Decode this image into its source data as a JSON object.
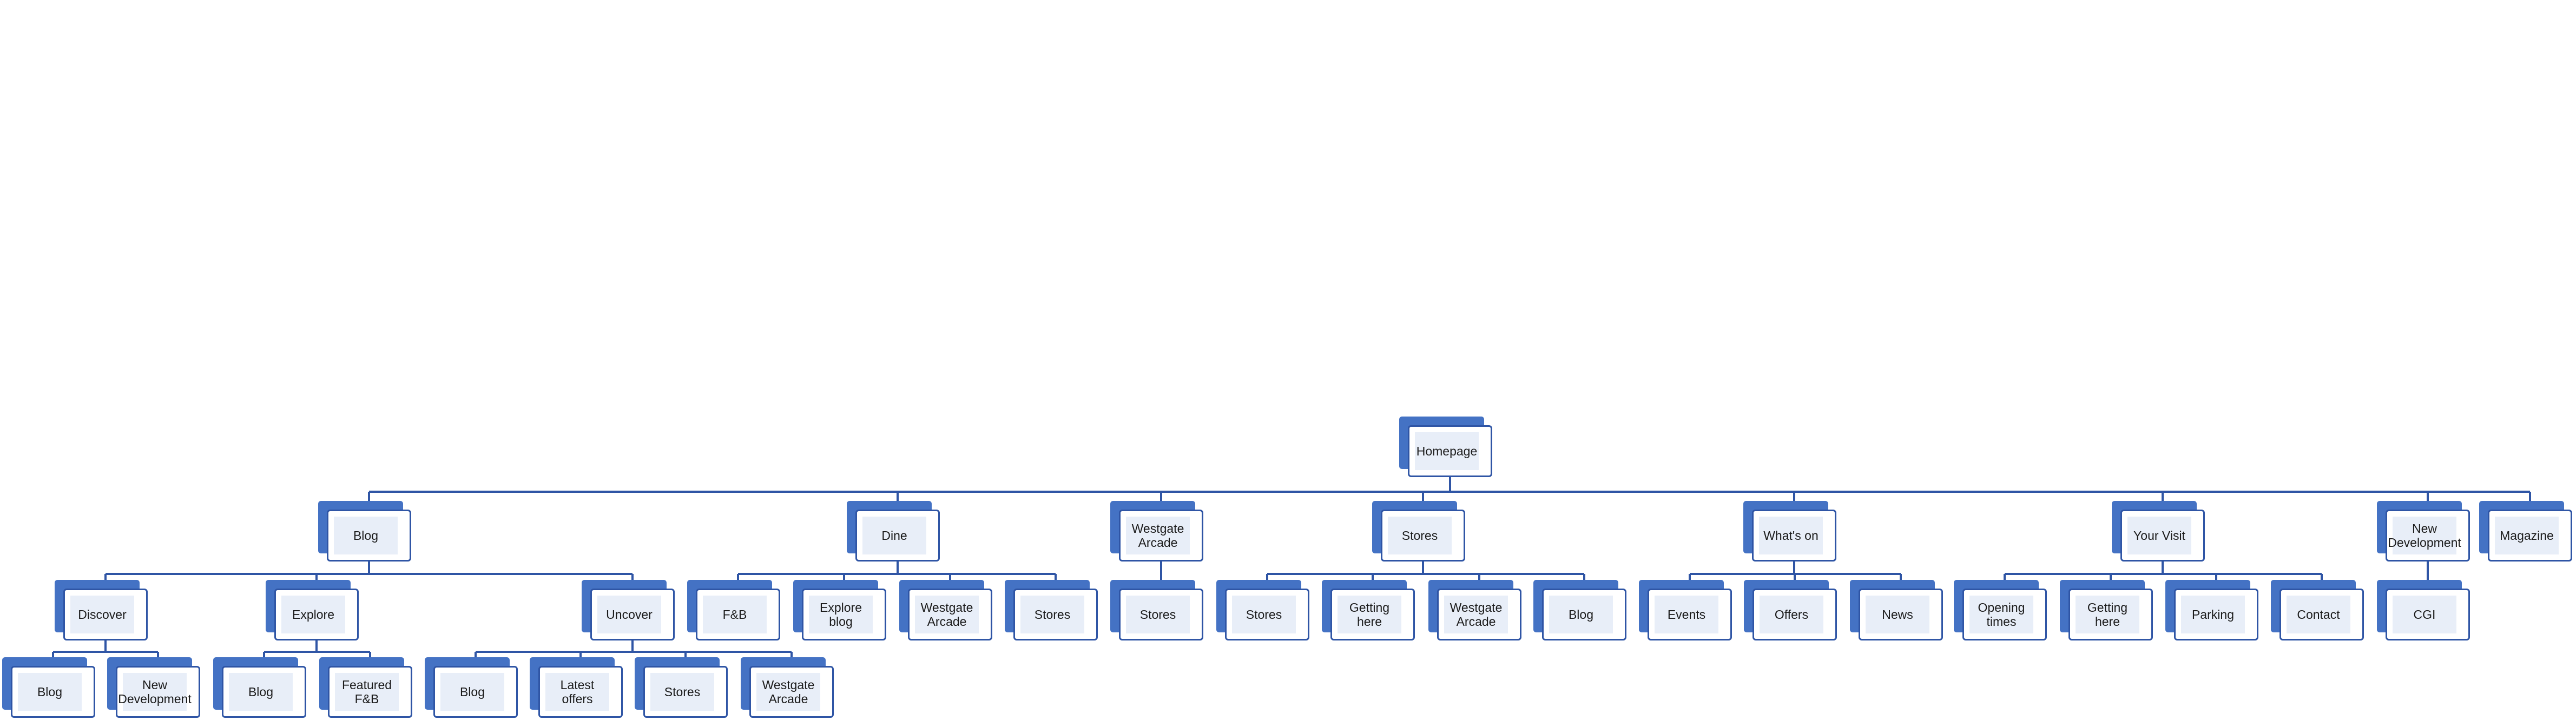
{
  "sitemap": {
    "id": "n0",
    "label": "Homepage",
    "children": [
      {
        "id": "n1",
        "label": "Blog",
        "children": [
          {
            "id": "n1a",
            "label": "Discover",
            "children": [
              {
                "id": "n1a1",
                "label": "Blog"
              },
              {
                "id": "n1a2",
                "label": "New Development"
              }
            ]
          },
          {
            "id": "n1b",
            "label": "Explore",
            "children": [
              {
                "id": "n1b1",
                "label": "Blog"
              },
              {
                "id": "n1b2",
                "label": "Featured F&B"
              }
            ]
          },
          {
            "id": "n1c",
            "label": "Uncover",
            "children": [
              {
                "id": "n1c1",
                "label": "Blog"
              },
              {
                "id": "n1c2",
                "label": "Latest offers"
              },
              {
                "id": "n1c3",
                "label": "Stores"
              },
              {
                "id": "n1c4",
                "label": "Westgate Arcade"
              }
            ]
          }
        ]
      },
      {
        "id": "n2",
        "label": "Dine",
        "children": [
          {
            "id": "n2a",
            "label": "F&B"
          },
          {
            "id": "n2b",
            "label": "Explore blog"
          },
          {
            "id": "n2c",
            "label": "Westgate Arcade"
          },
          {
            "id": "n2d",
            "label": "Stores"
          }
        ]
      },
      {
        "id": "n3",
        "label": "Westgate Arcade",
        "children": [
          {
            "id": "n3a",
            "label": "Stores"
          }
        ]
      },
      {
        "id": "n4",
        "label": "Stores",
        "children": [
          {
            "id": "n4a",
            "label": "Stores"
          },
          {
            "id": "n4b",
            "label": "Getting here"
          },
          {
            "id": "n4c",
            "label": "Westgate Arcade"
          },
          {
            "id": "n4d",
            "label": "Blog"
          }
        ]
      },
      {
        "id": "n5",
        "label": "What's on",
        "children": [
          {
            "id": "n5a",
            "label": "Events"
          },
          {
            "id": "n5b",
            "label": "Offers"
          },
          {
            "id": "n5c",
            "label": "News"
          }
        ]
      },
      {
        "id": "n6",
        "label": "Your Visit",
        "children": [
          {
            "id": "n6a",
            "label": "Opening times"
          },
          {
            "id": "n6b",
            "label": "Getting here"
          },
          {
            "id": "n6c",
            "label": "Parking"
          },
          {
            "id": "n6d",
            "label": "Contact"
          }
        ]
      },
      {
        "id": "n7",
        "label": "New Development",
        "children": [
          {
            "id": "n7a",
            "label": "CGI"
          }
        ]
      },
      {
        "id": "n8",
        "label": "Magazine"
      }
    ]
  },
  "colors": {
    "shadow": "#4472c4",
    "border": "#2f55a5",
    "connector": "#2f55a5",
    "inner_fill": "#e8eef8",
    "background": "#ffffff"
  }
}
